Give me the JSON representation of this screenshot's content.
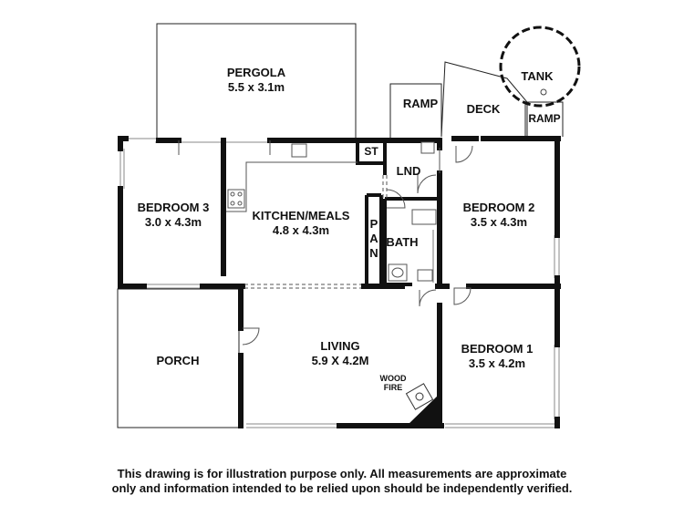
{
  "rooms": {
    "pergola": {
      "name": "PERGOLA",
      "size": "5.5 x 3.1m"
    },
    "bedroom3": {
      "name": "BEDROOM 3",
      "size": "3.0 x 4.3m"
    },
    "kitchen": {
      "name": "KITCHEN/MEALS",
      "size": "4.8 x 4.3m"
    },
    "bedroom2": {
      "name": "BEDROOM 2",
      "size": "3.5 x 4.3m"
    },
    "living": {
      "name": "LIVING",
      "size": "5.9 X 4.2M"
    },
    "bedroom1": {
      "name": "BEDROOM 1",
      "size": "3.5 x 4.2m"
    },
    "porch": {
      "name": "PORCH"
    },
    "lnd": {
      "name": "LND"
    },
    "st": {
      "name": "ST"
    },
    "bath": {
      "name": "BATH"
    },
    "deck": {
      "name": "DECK"
    },
    "tank": {
      "name": "TANK"
    },
    "ramp_left": {
      "name": "RAMP"
    },
    "ramp_right": {
      "name": "RAMP"
    },
    "pantry": {
      "letters": [
        "P",
        "A",
        "N"
      ]
    }
  },
  "wood_fire": {
    "line1": "WOOD",
    "line2": "FIRE"
  },
  "disclaimer": {
    "line1": "This drawing is for illustration purpose only. All measurements are approximate",
    "line2": "only and information intended to be relied upon should be independently verified."
  }
}
